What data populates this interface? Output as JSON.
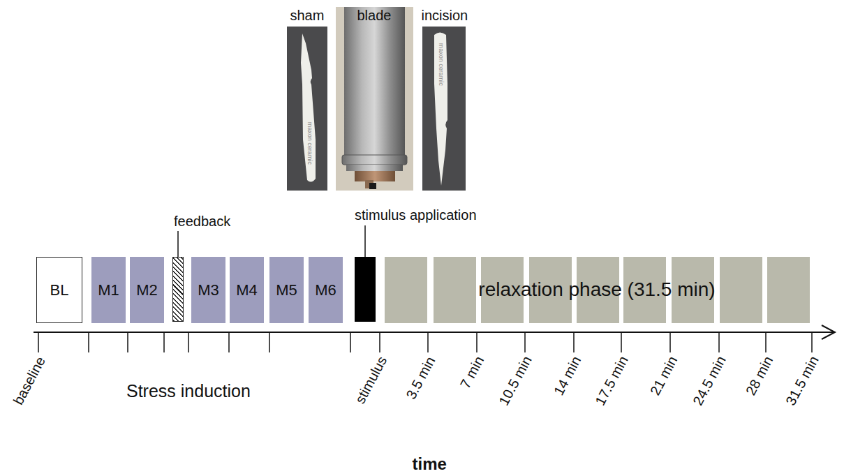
{
  "diagram": {
    "nodes": [
      {
        "text": [
          "BL"
        ]
      },
      {
        "text": [
          "M1"
        ]
      },
      {
        "text": [
          "M2"
        ]
      },
      {
        "text": [
          "feedback"
        ]
      },
      {
        "text": [
          "M3"
        ]
      },
      {
        "text": [
          "M4"
        ]
      },
      {
        "text": [
          "M5"
        ]
      },
      {
        "text": [
          "M6"
        ]
      },
      {
        "text": [
          "stimulus application"
        ]
      },
      {
        "text": [
          "relaxation phase (31.5 min)"
        ]
      }
    ],
    "labels": [
      "sham",
      "blade",
      "incision",
      "maxon ceramic",
      "maxon ceramic",
      "baseline",
      "Stress induction",
      "stimulus",
      "3.5 min",
      "7 min",
      "10.5 min",
      "14 min",
      "17.5 min",
      "21 min",
      "24.5 min",
      "28 min",
      "31.5 min",
      "time"
    ]
  }
}
